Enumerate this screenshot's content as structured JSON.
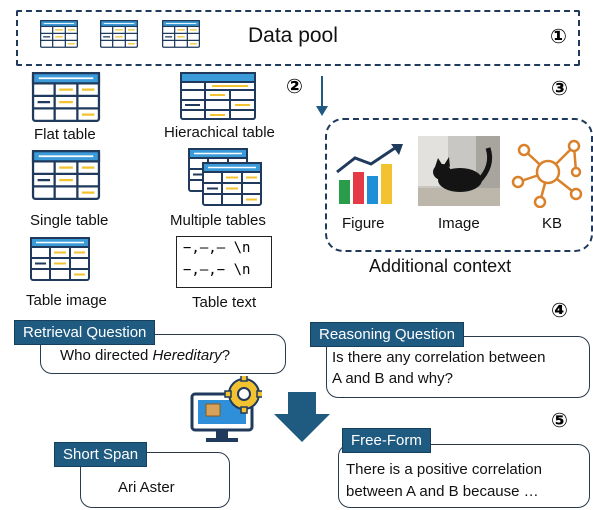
{
  "pool": {
    "label": "Data pool",
    "num": "①"
  },
  "step2": "②",
  "step3": "③",
  "step4": "④",
  "step5": "⑤",
  "tables": {
    "flat": "Flat table",
    "hier": "Hierachical table",
    "single": "Single table",
    "multiple": "Multiple tables",
    "image": "Table image",
    "text": "Table text",
    "text_line1": "−,—,— \\n",
    "text_line2": "−,—,− \\n"
  },
  "context": {
    "figure": "Figure",
    "image": "Image",
    "kb": "KB",
    "caption": "Additional context"
  },
  "retrieval": {
    "tag": "Retrieval Question",
    "q_pre": "Who directed ",
    "q_em": "Hereditary",
    "q_post": "?"
  },
  "reasoning": {
    "tag": "Reasoning Question",
    "line1": "Is there any correlation between",
    "line2": "A and B and why?"
  },
  "short": {
    "tag": "Short Span",
    "answer": "Ari Aster"
  },
  "free": {
    "tag": "Free-Form",
    "line1": "There is a positive correlation",
    "line2": "between A and B because …"
  },
  "colors": {
    "navy": "#1f5a80",
    "yellow": "#f2c230",
    "light_blue": "#3b9ad8"
  }
}
